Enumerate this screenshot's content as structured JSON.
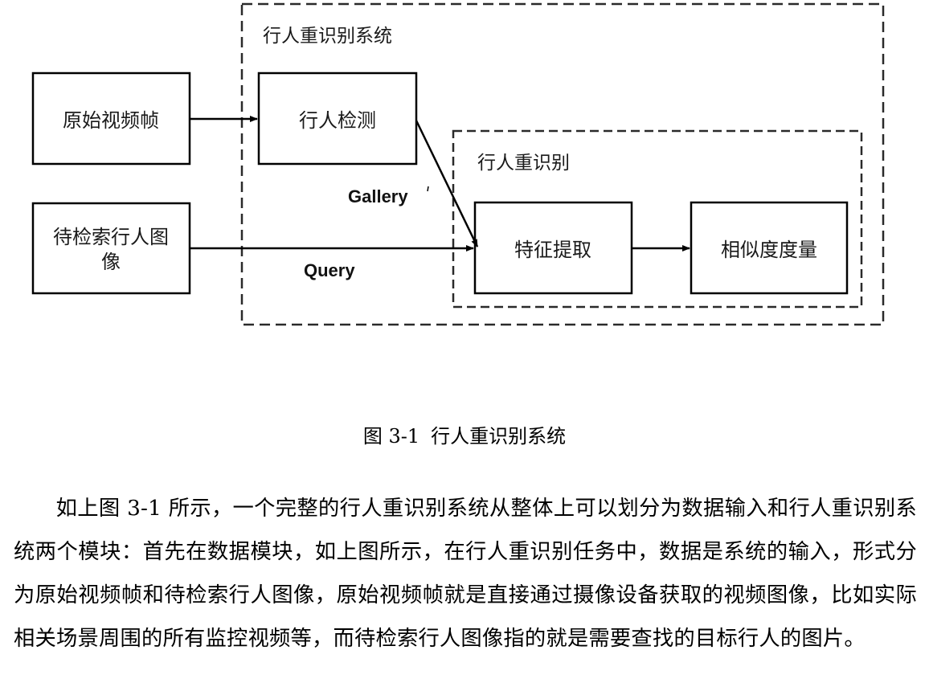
{
  "figure": {
    "groups": {
      "outer_label": "行人重识别系统",
      "inner_label": "行人重识别"
    },
    "nodes": {
      "raw_video": "原始视频帧",
      "query_image_line1": "待检索行人图",
      "query_image_line2": "像",
      "detection": "行人检测",
      "feature": "特征提取",
      "similarity": "相似度度量"
    },
    "edges": {
      "gallery": "Gallery",
      "query": "Query"
    },
    "caption_number": "图 3-1",
    "caption_title": "行人重识别系统"
  },
  "paragraph": "如上图 3-1 所示，一个完整的行人重识别系统从整体上可以划分为数据输入和行人重识别系统两个模块：首先在数据模块，如上图所示，在行人重识别任务中，数据是系统的输入，形式分为原始视频帧和待检索行人图像，原始视频帧就是直接通过摄像设备获取的视频图像，比如实际相关场景周围的所有监控视频等，而待检索行人图像指的就是需要查找的目标行人的图片。"
}
